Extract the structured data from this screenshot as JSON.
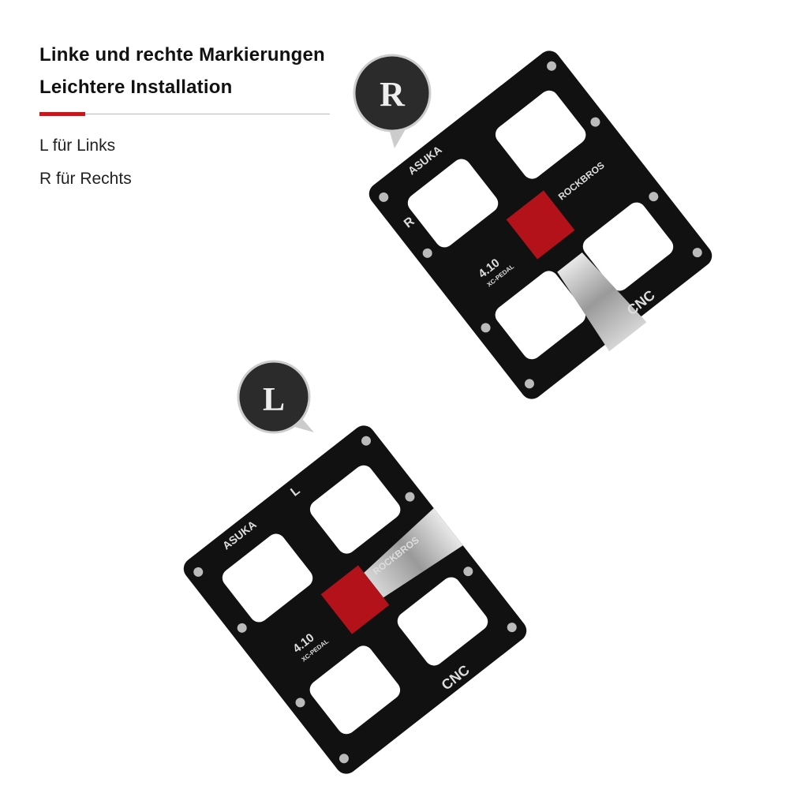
{
  "heading": {
    "line1": "Linke und rechte Markierungen",
    "line2": "Leichtere Installation"
  },
  "legend": {
    "left": "L für Links",
    "right": "R für Rechts"
  },
  "colors": {
    "accent": "#d0121b",
    "pedal_body": "#111111",
    "sleeve": "#b3121b",
    "spindle": "#a9a9a9"
  },
  "pedals": [
    {
      "side_mark": "R",
      "model": "ASUKA",
      "brand": "ROCKBROS",
      "version": "4.10",
      "type": "XC-PEDAL",
      "process": "CNC",
      "callout": "R"
    },
    {
      "side_mark": "L",
      "model": "ASUKA",
      "brand": "ROCKBROS",
      "version": "4.10",
      "type": "XC-PEDAL",
      "process": "CNC",
      "callout": "L"
    }
  ]
}
